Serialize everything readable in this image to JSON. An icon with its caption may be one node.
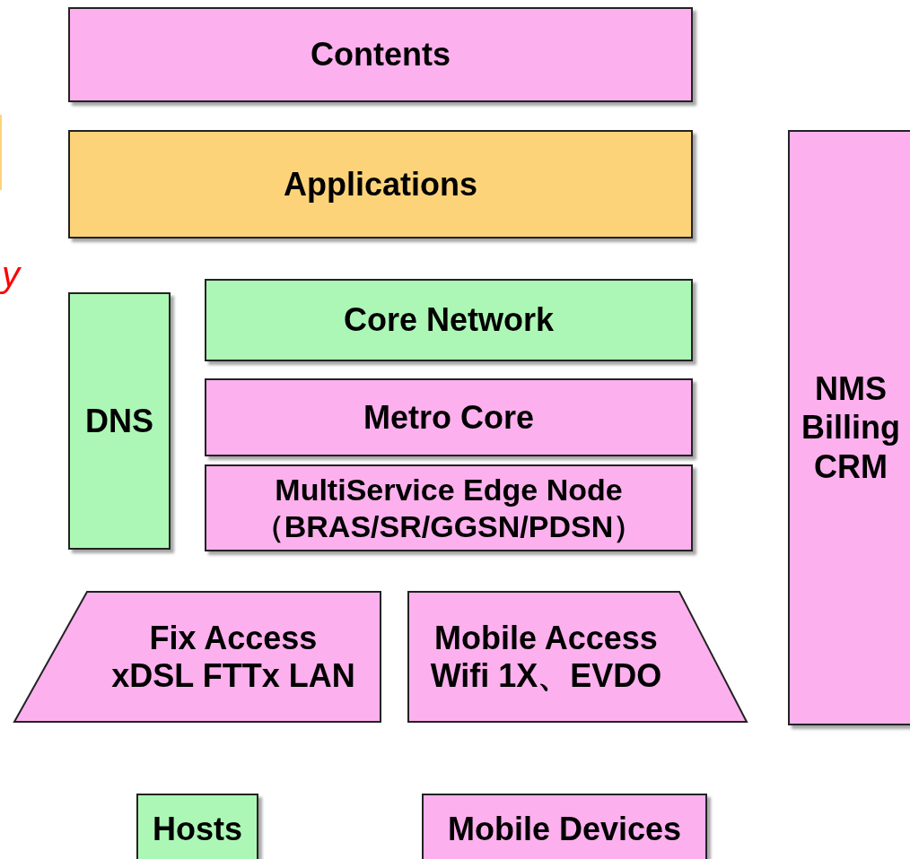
{
  "diagram": {
    "nodes": [
      {
        "text": [
          "Contents"
        ]
      },
      {
        "text": [
          "Applications"
        ]
      },
      {
        "text": [
          "DNS"
        ]
      },
      {
        "text": [
          "Core Network"
        ]
      },
      {
        "text": [
          "Metro Core"
        ]
      },
      {
        "text": [
          "MultiService Edge Node （BRAS/SR/GGSN/PDSN）"
        ]
      },
      {
        "text": [
          "Fix Access xDSL FTTx LAN"
        ]
      },
      {
        "text": [
          "Mobile Access Wifi 1X、EVDO"
        ]
      },
      {
        "text": [
          "NMS Billing CRM"
        ]
      },
      {
        "text": [
          "Hosts"
        ]
      },
      {
        "text": [
          "Mobile Devices"
        ]
      },
      {
        "text": [],
        "shape": "box"
      }
    ],
    "edges": [],
    "labels": [
      "y"
    ]
  }
}
